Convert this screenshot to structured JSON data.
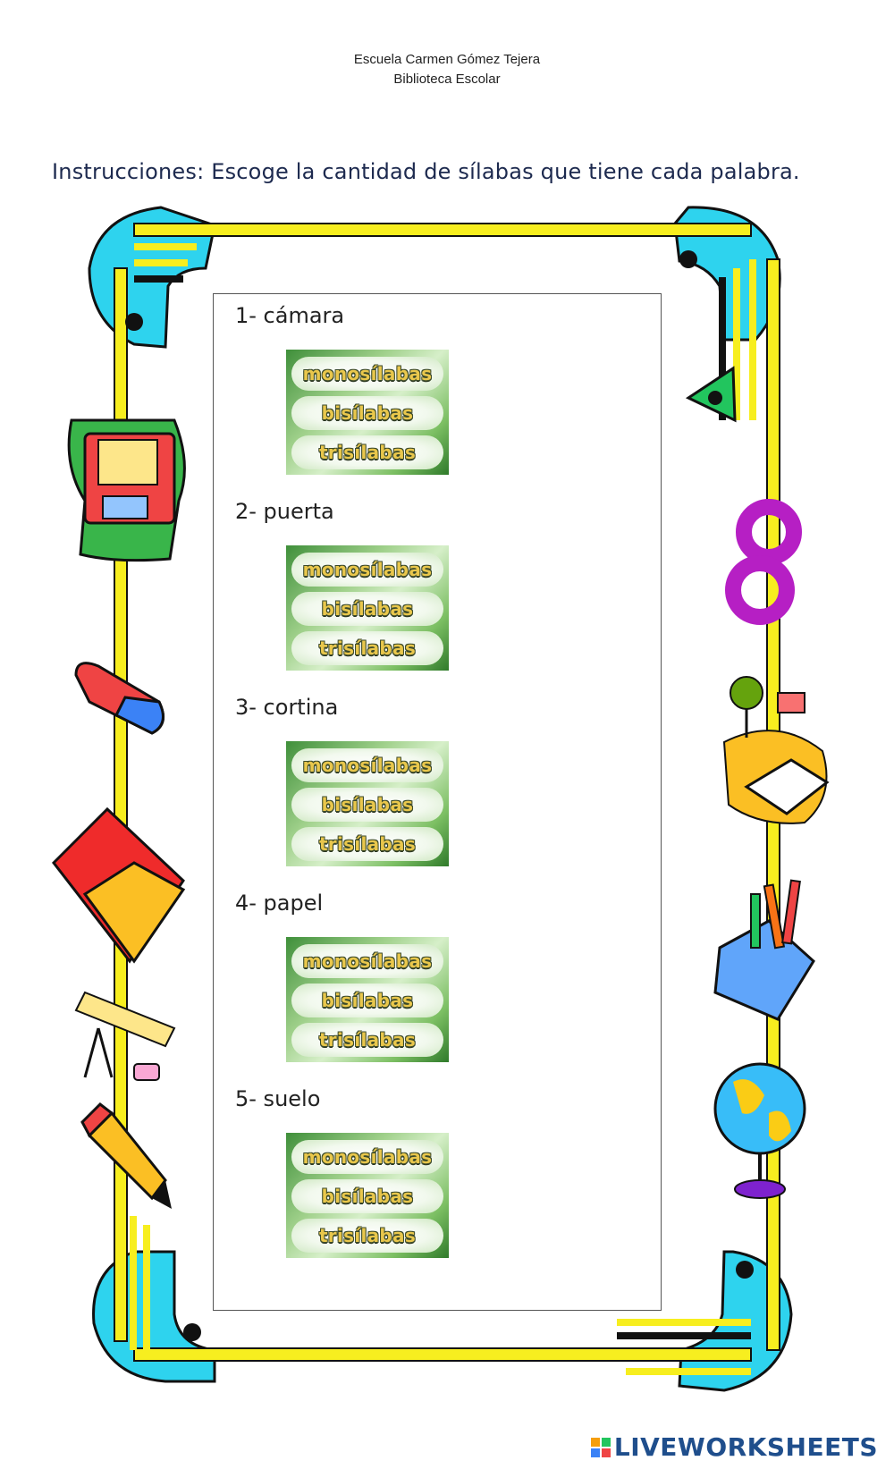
{
  "header": {
    "school": "Escuela Carmen Gómez Tejera",
    "library": "Biblioteca Escolar"
  },
  "instructions": "Instrucciones: Escoge la cantidad de sílabas que tiene cada palabra.",
  "options": [
    "monosílabas",
    "bisílabas",
    "trisílabas"
  ],
  "questions": [
    {
      "label": "1- cámara"
    },
    {
      "label": "2- puerta"
    },
    {
      "label": "3- cortina"
    },
    {
      "label": "4- papel"
    },
    {
      "label": "5- suelo"
    }
  ],
  "watermark": "LIVEWORKSHEETS",
  "colors": {
    "frame_yellow": "#f7ee1f",
    "frame_cyan": "#2ed3ee",
    "frame_black": "#111111",
    "option_green": "#4f9a3f",
    "option_text": "#e9c74c",
    "watermark_blue": "#1f4e8c"
  },
  "decorations": [
    "floppy-disk-icon",
    "eraser-icon",
    "binder-icon",
    "ruler-compass-icon",
    "pencil-icon",
    "lamp-books-icon",
    "number-eight-icon",
    "pencil-case-icon",
    "globe-icon",
    "triangle-ruler-icon"
  ]
}
